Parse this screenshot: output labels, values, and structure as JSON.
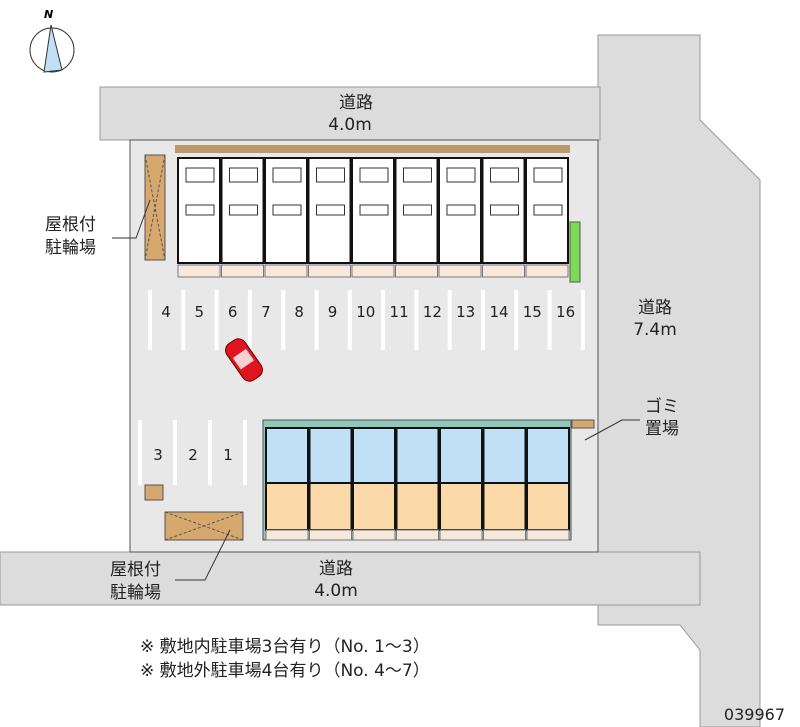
{
  "compass": {
    "north_label": "N"
  },
  "roads": {
    "top": {
      "name": "道路",
      "width": "4.0m"
    },
    "right": {
      "name": "道路",
      "width": "7.4m"
    },
    "bottom": {
      "name": "道路",
      "width": "4.0m"
    }
  },
  "labels": {
    "bike_top": [
      "屋根付",
      "駐輪場"
    ],
    "bike_bottom": [
      "屋根付",
      "駐輪場"
    ],
    "garbage": [
      "ゴミ",
      "置場"
    ]
  },
  "parking_outside": [
    "4",
    "5",
    "6",
    "7",
    "8",
    "9",
    "10",
    "11",
    "12",
    "13",
    "14",
    "15",
    "16"
  ],
  "parking_inside": [
    "3",
    "2",
    "1"
  ],
  "notes": [
    "※  敷地内駐車場3台有り（No. 1～3）",
    "※  敷地外駐車場4台有り（No. 4～7）"
  ],
  "property_code": "039967",
  "colors": {
    "road": "#dcdcdc",
    "lot": "#e8e8e8",
    "unit_blue": "#bfe0f5",
    "unit_beige": "#fbd9a8",
    "car": "#e0141e",
    "green": "#7ed957",
    "bike": "#d7a86e"
  }
}
